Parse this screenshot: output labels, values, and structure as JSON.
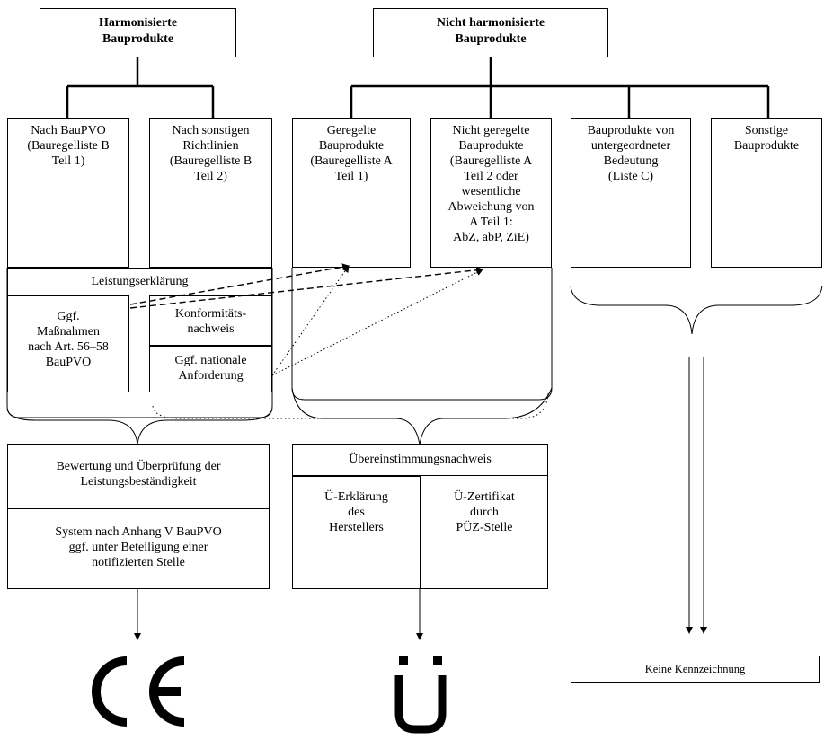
{
  "top": {
    "harmonised": "Harmonisierte\nBauprodukte",
    "not_harmonised": "Nicht harmonisierte\nBauprodukte"
  },
  "columns": {
    "baupvo": "Nach BauPVO\n(Bauregelliste B\nTeil 1)",
    "other_directives": "Nach sonstigen\nRichtlinien\n(Bauregelliste B\nTeil 2)",
    "regulated": "Geregelte\nBauprodukte\n(Bauregelliste A\nTeil 1)",
    "not_regulated": "Nicht geregelte\nBauprodukte\n(Bauregelliste A\nTeil 2 oder\nwesentliche\nAbweichung von\nA Teil 1:\nAbZ, abP, ZiE)",
    "minor": "Bauprodukte von\nuntergeordneter\nBedeutung\n(Liste C)",
    "others": "Sonstige\nBauprodukte"
  },
  "middle": {
    "declaration": "Leistungserklärung",
    "measures": "Ggf.\nMaßnahmen\nnach Art. 56–58\nBauPVO",
    "conformity": "Konformitäts-\nnachweis",
    "national": "Ggf. nationale\nAnforderung"
  },
  "lower": {
    "assessment_title": "Bewertung und Überprüfung der\nLeistungsbeständigkeit",
    "assessment_body": "System nach Anhang V BauPVO\nggf. unter Beteiligung einer\nnotifizierten Stelle",
    "conformity_title": "Übereinstimmungsnachweis",
    "manufacturer": "Ü-Erklärung\ndes\nHerstellers",
    "certificate": "Ü-Zertifikat\ndurch\nPÜZ-Stelle"
  },
  "marks": {
    "ce": "CE",
    "u": "Ü",
    "none": "Keine Kennzeichnung"
  }
}
